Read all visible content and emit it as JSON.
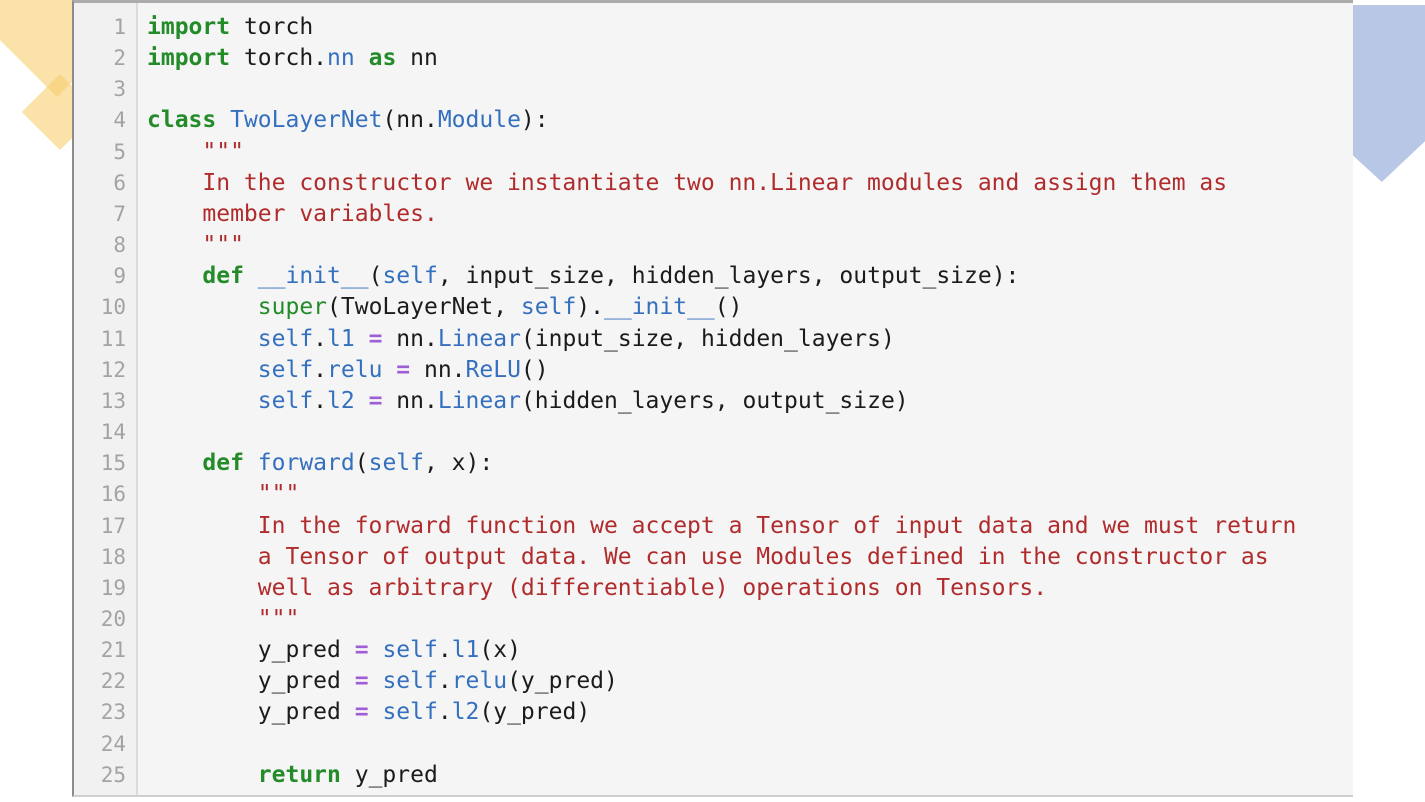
{
  "colors": {
    "keyword": "#238b28",
    "builtin": "#238b28",
    "name": "#3470bd",
    "string": "#b02c2c",
    "operator": "#a05ed6",
    "plain": "#1b1b1b",
    "line-number": "#a3a3a3",
    "bg-code": "#f5f5f6",
    "bg-gutter": "#f1f1f2",
    "shape-yellow": "rgba(246, 206, 110, 0.6)",
    "shape-blue": "#b9c7e6"
  },
  "decorations": {
    "left_shape": "yellow-diamonds",
    "right_shape": "blue-ribbon"
  },
  "code": {
    "lines": [
      {
        "no": "1",
        "tokens": [
          {
            "t": "import",
            "c": "kw"
          },
          {
            "t": " torch",
            "c": "pl"
          }
        ]
      },
      {
        "no": "2",
        "tokens": [
          {
            "t": "import",
            "c": "kw"
          },
          {
            "t": " torch.",
            "c": "pl"
          },
          {
            "t": "nn",
            "c": "nm"
          },
          {
            "t": " ",
            "c": "pl"
          },
          {
            "t": "as",
            "c": "kw"
          },
          {
            "t": " nn",
            "c": "pl"
          }
        ]
      },
      {
        "no": "3",
        "tokens": []
      },
      {
        "no": "4",
        "tokens": [
          {
            "t": "class",
            "c": "kw"
          },
          {
            "t": " ",
            "c": "pl"
          },
          {
            "t": "TwoLayerNet",
            "c": "nm"
          },
          {
            "t": "(nn.",
            "c": "pl"
          },
          {
            "t": "Module",
            "c": "nm"
          },
          {
            "t": "):",
            "c": "pl"
          }
        ]
      },
      {
        "no": "5",
        "tokens": [
          {
            "t": "    \"\"\"",
            "c": "st"
          }
        ]
      },
      {
        "no": "6",
        "tokens": [
          {
            "t": "    In the constructor we instantiate two nn.Linear modules and assign them as",
            "c": "st"
          }
        ]
      },
      {
        "no": "7",
        "tokens": [
          {
            "t": "    member variables.",
            "c": "st"
          }
        ]
      },
      {
        "no": "8",
        "tokens": [
          {
            "t": "    \"\"\"",
            "c": "st"
          }
        ]
      },
      {
        "no": "9",
        "tokens": [
          {
            "t": "    ",
            "c": "pl"
          },
          {
            "t": "def",
            "c": "kw"
          },
          {
            "t": " ",
            "c": "pl"
          },
          {
            "t": "__init__",
            "c": "nm"
          },
          {
            "t": "(",
            "c": "pl"
          },
          {
            "t": "self",
            "c": "nm"
          },
          {
            "t": ", input_size, hidden_layers, output_size):",
            "c": "pl"
          }
        ]
      },
      {
        "no": "10",
        "tokens": [
          {
            "t": "        ",
            "c": "pl"
          },
          {
            "t": "super",
            "c": "bi"
          },
          {
            "t": "(TwoLayerNet, ",
            "c": "pl"
          },
          {
            "t": "self",
            "c": "nm"
          },
          {
            "t": ").",
            "c": "pl"
          },
          {
            "t": "__init__",
            "c": "nm"
          },
          {
            "t": "()",
            "c": "pl"
          }
        ]
      },
      {
        "no": "11",
        "tokens": [
          {
            "t": "        ",
            "c": "pl"
          },
          {
            "t": "self",
            "c": "nm"
          },
          {
            "t": ".",
            "c": "pl"
          },
          {
            "t": "l1",
            "c": "nm"
          },
          {
            "t": " ",
            "c": "pl"
          },
          {
            "t": "=",
            "c": "op"
          },
          {
            "t": " nn.",
            "c": "pl"
          },
          {
            "t": "Linear",
            "c": "nm"
          },
          {
            "t": "(input_size, hidden_layers)",
            "c": "pl"
          }
        ]
      },
      {
        "no": "12",
        "tokens": [
          {
            "t": "        ",
            "c": "pl"
          },
          {
            "t": "self",
            "c": "nm"
          },
          {
            "t": ".",
            "c": "pl"
          },
          {
            "t": "relu",
            "c": "nm"
          },
          {
            "t": " ",
            "c": "pl"
          },
          {
            "t": "=",
            "c": "op"
          },
          {
            "t": " nn.",
            "c": "pl"
          },
          {
            "t": "ReLU",
            "c": "nm"
          },
          {
            "t": "()",
            "c": "pl"
          }
        ]
      },
      {
        "no": "13",
        "tokens": [
          {
            "t": "        ",
            "c": "pl"
          },
          {
            "t": "self",
            "c": "nm"
          },
          {
            "t": ".",
            "c": "pl"
          },
          {
            "t": "l2",
            "c": "nm"
          },
          {
            "t": " ",
            "c": "pl"
          },
          {
            "t": "=",
            "c": "op"
          },
          {
            "t": " nn.",
            "c": "pl"
          },
          {
            "t": "Linear",
            "c": "nm"
          },
          {
            "t": "(hidden_layers, output_size)",
            "c": "pl"
          }
        ]
      },
      {
        "no": "14",
        "tokens": []
      },
      {
        "no": "15",
        "tokens": [
          {
            "t": "    ",
            "c": "pl"
          },
          {
            "t": "def",
            "c": "kw"
          },
          {
            "t": " ",
            "c": "pl"
          },
          {
            "t": "forward",
            "c": "nm"
          },
          {
            "t": "(",
            "c": "pl"
          },
          {
            "t": "self",
            "c": "nm"
          },
          {
            "t": ", x):",
            "c": "pl"
          }
        ]
      },
      {
        "no": "16",
        "tokens": [
          {
            "t": "        \"\"\"",
            "c": "st"
          }
        ]
      },
      {
        "no": "17",
        "tokens": [
          {
            "t": "        In the forward function we accept a Tensor of input data and we must return",
            "c": "st"
          }
        ]
      },
      {
        "no": "18",
        "tokens": [
          {
            "t": "        a Tensor of output data. We can use Modules defined in the constructor as",
            "c": "st"
          }
        ]
      },
      {
        "no": "19",
        "tokens": [
          {
            "t": "        well as arbitrary (differentiable) operations on Tensors.",
            "c": "st"
          }
        ]
      },
      {
        "no": "20",
        "tokens": [
          {
            "t": "        \"\"\"",
            "c": "st"
          }
        ]
      },
      {
        "no": "21",
        "tokens": [
          {
            "t": "        y_pred ",
            "c": "pl"
          },
          {
            "t": "=",
            "c": "op"
          },
          {
            "t": " ",
            "c": "pl"
          },
          {
            "t": "self",
            "c": "nm"
          },
          {
            "t": ".",
            "c": "pl"
          },
          {
            "t": "l1",
            "c": "nm"
          },
          {
            "t": "(x)",
            "c": "pl"
          }
        ]
      },
      {
        "no": "22",
        "tokens": [
          {
            "t": "        y_pred ",
            "c": "pl"
          },
          {
            "t": "=",
            "c": "op"
          },
          {
            "t": " ",
            "c": "pl"
          },
          {
            "t": "self",
            "c": "nm"
          },
          {
            "t": ".",
            "c": "pl"
          },
          {
            "t": "relu",
            "c": "nm"
          },
          {
            "t": "(y_pred)",
            "c": "pl"
          }
        ]
      },
      {
        "no": "23",
        "tokens": [
          {
            "t": "        y_pred ",
            "c": "pl"
          },
          {
            "t": "=",
            "c": "op"
          },
          {
            "t": " ",
            "c": "pl"
          },
          {
            "t": "self",
            "c": "nm"
          },
          {
            "t": ".",
            "c": "pl"
          },
          {
            "t": "l2",
            "c": "nm"
          },
          {
            "t": "(y_pred)",
            "c": "pl"
          }
        ]
      },
      {
        "no": "24",
        "tokens": []
      },
      {
        "no": "25",
        "tokens": [
          {
            "t": "        ",
            "c": "pl"
          },
          {
            "t": "return",
            "c": "kw"
          },
          {
            "t": " y_pred",
            "c": "pl"
          }
        ]
      }
    ]
  }
}
